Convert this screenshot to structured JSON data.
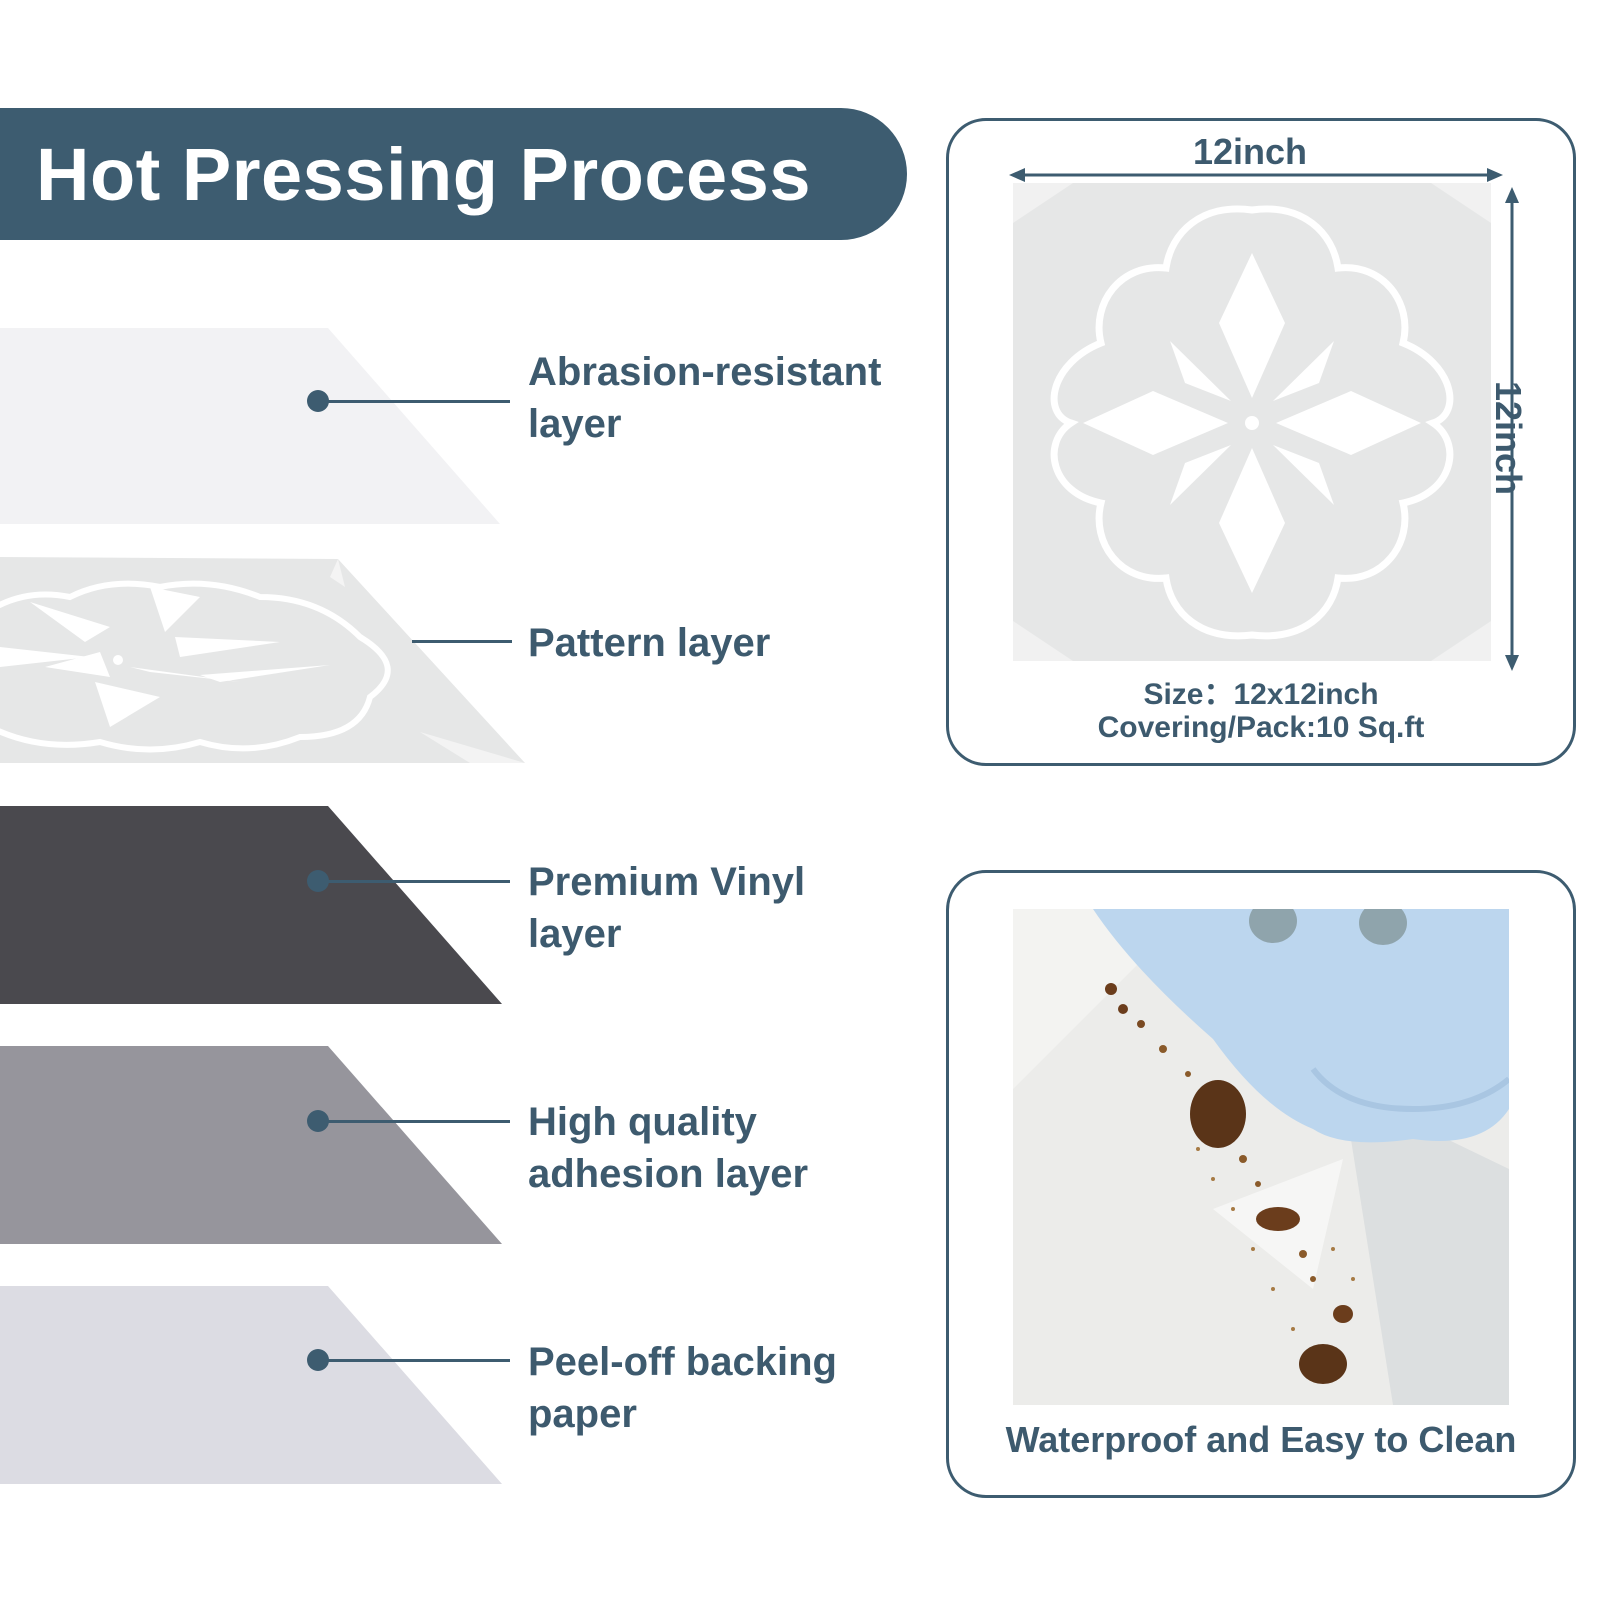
{
  "banner": {
    "title": "Hot Pressing Process"
  },
  "layers": [
    {
      "label_line1": "Abrasion-resistant",
      "label_line2": "layer",
      "color": "#f2f2f4"
    },
    {
      "label_line1": "Pattern layer",
      "label_line2": "",
      "color": "#e6e7e7"
    },
    {
      "label_line1": "Premium Vinyl",
      "label_line2": "layer",
      "color": "#4a494e"
    },
    {
      "label_line1": "High quality",
      "label_line2": "adhesion layer",
      "color": "#96959c"
    },
    {
      "label_line1": "Peel-off backing",
      "label_line2": "paper",
      "color": "#dcdce3"
    }
  ],
  "size_card": {
    "width_label": "12inch",
    "height_label": "12inch",
    "size_line": "Size：12x12inch",
    "covering_line": "Covering/Pack:10 Sq.ft"
  },
  "clean_card": {
    "caption": "Waterproof and Easy to Clean"
  },
  "colors": {
    "accent": "#3d5c70",
    "text": "#3d5a6e",
    "tile": "#e6e7e7",
    "tile_pattern": "#ffffff",
    "cloth": "#bcd6ee",
    "stain": "#5a3418"
  }
}
